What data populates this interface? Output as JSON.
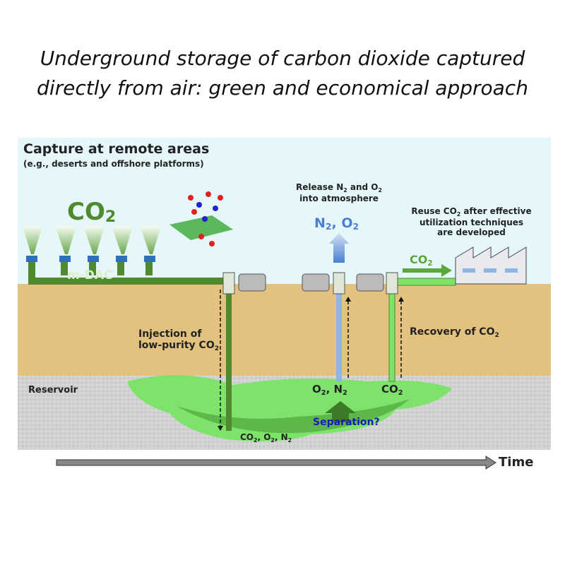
{
  "title": {
    "line1": "Underground storage of carbon dioxide captured",
    "line2": "directly from air: green and economical approach"
  },
  "panel": {
    "heading": "Capture at remote areas",
    "subheading": "(e.g., deserts and offshore platforms)",
    "co2_big": "CO",
    "co2_big_sub": "2",
    "mdac": "m-DAC",
    "release": {
      "line1a": "Release N",
      "s1": "2",
      "line1b": " and O",
      "s2": "2",
      "line2": "into atmosphere"
    },
    "n2o2": {
      "a": "N",
      "s1": "2",
      "b": ", O",
      "s2": "2"
    },
    "reuse": {
      "a": "Reuse CO",
      "s": "2",
      "b": " after effective",
      "line2": "utilization techniques",
      "line3": "are developed"
    },
    "co2_arrow": {
      "a": "CO",
      "s": "2"
    },
    "injection": {
      "line1": "Injection of",
      "line2a": "low-purity CO",
      "s": "2"
    },
    "recovery": {
      "a": "Recovery of CO",
      "s": "2"
    },
    "reservoir": "Reservoir",
    "o2n2": {
      "a": "O",
      "s1": "2",
      "b": ", N",
      "s2": "2"
    },
    "co2_out": {
      "a": "CO",
      "s": "2"
    },
    "separation": "Separation?",
    "mix": {
      "a": "CO",
      "s1": "2",
      "b": ", O",
      "s2": "2",
      "c": ", N",
      "s3": "2"
    }
  },
  "time_label": "Time",
  "colors": {
    "sky": "#e6f7fa",
    "sand": "#e2c27e",
    "gravel": "#cfcfcf",
    "pipe": "#4f8a2f",
    "light_green": "#7de36a",
    "blue": "#4a7fd0"
  }
}
